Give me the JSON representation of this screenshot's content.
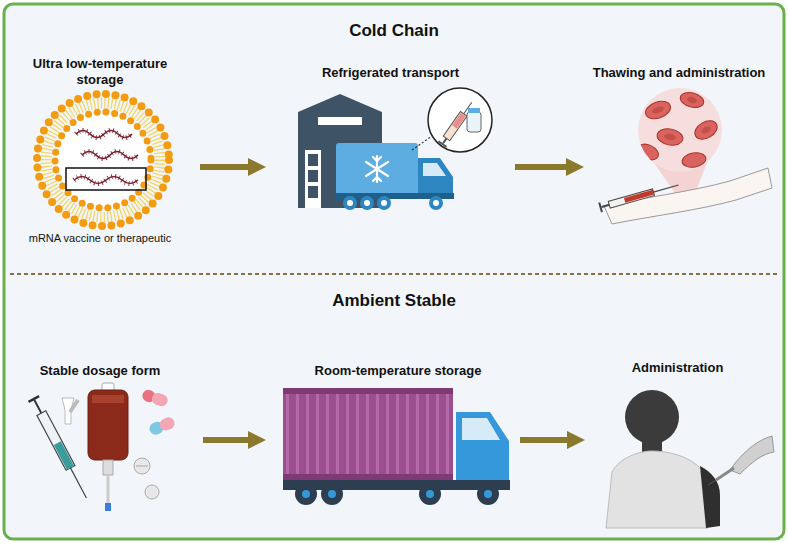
{
  "diagram": {
    "nodes": [
      {
        "text": [
          "Cold Chain"
        ]
      },
      {
        "text": [
          "Ultra low-temperature storage",
          "mRNA vaccine or therapeutic"
        ],
        "in": 0
      },
      {
        "text": [
          "Refrigerated transport"
        ],
        "in": 0
      },
      {
        "text": [
          "Thawing and administration"
        ],
        "in": 0
      },
      {
        "text": [
          "Ambient Stable"
        ]
      },
      {
        "text": [
          "Stable dosage form"
        ],
        "in": 4
      },
      {
        "text": [
          "Room-temperature storage"
        ],
        "in": 4
      },
      {
        "text": [
          "Administration"
        ],
        "in": 4
      }
    ],
    "edges": [
      {
        "from": 1,
        "to": 2,
        "arrow": "to"
      },
      {
        "from": 2,
        "to": 3,
        "arrow": "to"
      },
      {
        "from": 5,
        "to": 6,
        "arrow": "to"
      },
      {
        "from": 6,
        "to": 7,
        "arrow": "to"
      }
    ]
  }
}
